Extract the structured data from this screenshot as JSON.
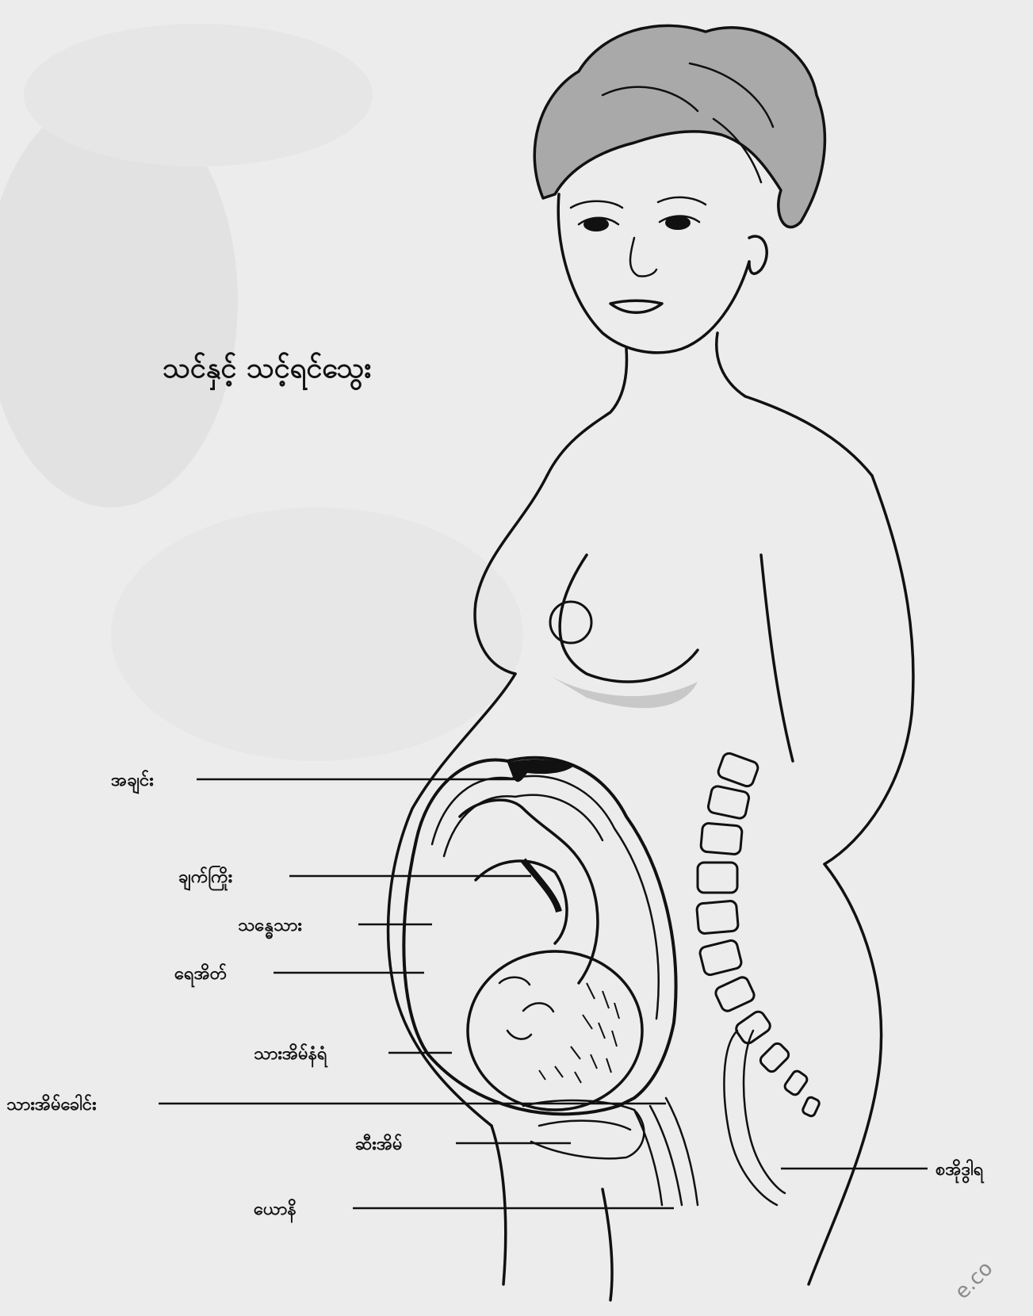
{
  "title": "သင်နှင့် သင့်ရင်သွေး",
  "parts": [
    {
      "id": "placenta",
      "label": "အချင်း"
    },
    {
      "id": "umbilical-cord",
      "label": "ချက်ကြိုး"
    },
    {
      "id": "uterus-muscle",
      "label": "သန္ဓေသား"
    },
    {
      "id": "amniotic-sac",
      "label": "ရေအိတ်"
    },
    {
      "id": "uterine-wall",
      "label": "သားအိမ်နံရံ"
    },
    {
      "id": "cervix",
      "label": "သားအိမ်ခေါင်း"
    },
    {
      "id": "bladder",
      "label": "ဆီးအိမ်"
    },
    {
      "id": "vagina",
      "label": "ယောနိ"
    },
    {
      "id": "rectum",
      "label": "စအိုဒွါရ"
    }
  ],
  "watermark": "e.co"
}
